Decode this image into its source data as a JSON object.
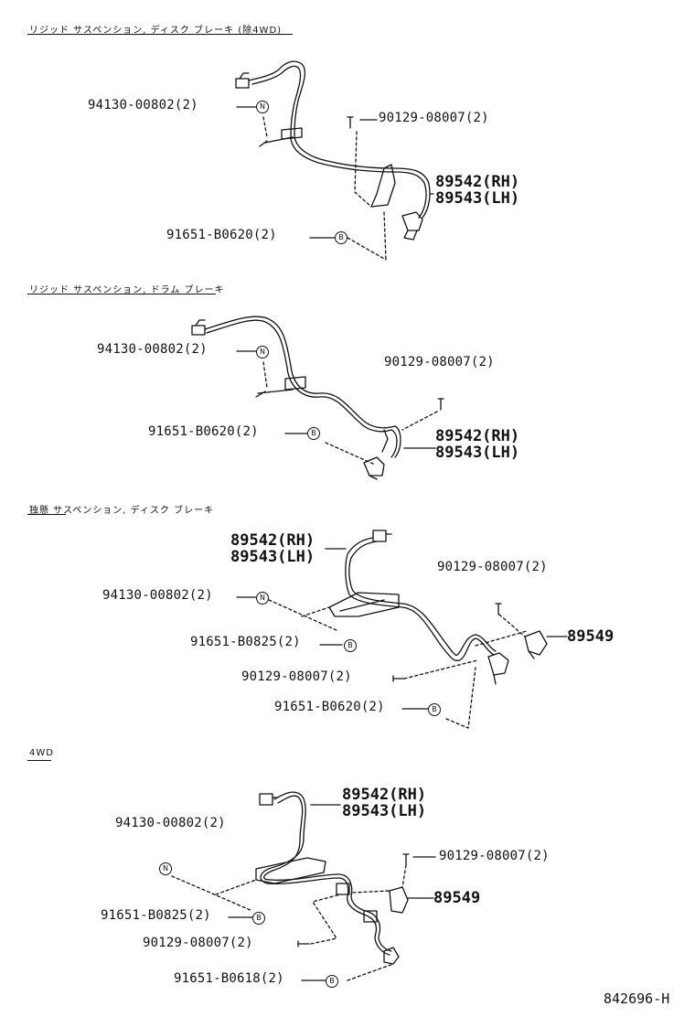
{
  "sections": [
    {
      "title": "リジッド サスペンション, ディスク ブレーキ (除4WD)",
      "parts": {
        "clip": "94130-00802(2)",
        "bolt": "90129-08007(2)",
        "sensor_rh": "89542(RH)",
        "sensor_lh": "89543(LH)",
        "bolt_b": "91651-B0620(2)"
      },
      "symbols": {
        "n": "N",
        "b": "B"
      }
    },
    {
      "title": "リジッド サスペンション, ドラム ブレーキ",
      "parts": {
        "clip": "94130-00802(2)",
        "bolt": "90129-08007(2)",
        "bolt_b": "91651-B0620(2)",
        "sensor_rh": "89542(RH)",
        "sensor_lh": "89543(LH)"
      },
      "symbols": {
        "n": "N",
        "b": "B"
      }
    },
    {
      "title": "独懸 サスペンション, ディスク ブレーキ",
      "parts": {
        "sensor_rh": "89542(RH)",
        "sensor_lh": "89543(LH)",
        "bolt_top": "90129-08007(2)",
        "clip": "94130-00802(2)",
        "bracket": "89549",
        "bolt_b1": "91651-B0825(2)",
        "bolt_mid": "90129-08007(2)",
        "bolt_b2": "91651-B0620(2)"
      },
      "symbols": {
        "n": "N",
        "b": "B"
      }
    },
    {
      "title": "4WD",
      "parts": {
        "sensor_rh": "89542(RH)",
        "sensor_lh": "89543(LH)",
        "clip": "94130-00802(2)",
        "bolt_top": "90129-08007(2)",
        "bracket": "89549",
        "bolt_b1": "91651-B0825(2)",
        "bolt_mid": "90129-08007(2)",
        "bolt_b2": "91651-B0618(2)"
      },
      "symbols": {
        "n": "N",
        "b": "B"
      }
    }
  ],
  "diagram_ref": "842696-H"
}
